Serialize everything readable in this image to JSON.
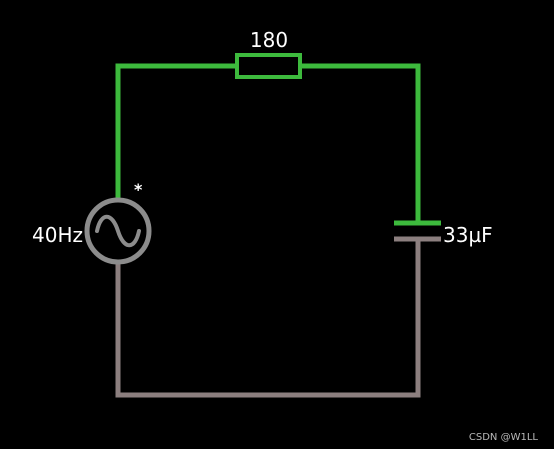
{
  "circuit": {
    "resistor_label": "180",
    "source_label": "40Hz",
    "source_marker": "*",
    "capacitor_label": "33µF"
  },
  "colors": {
    "background": "#000000",
    "active_wire": "#3dba3d",
    "idle_wire": "#8c7f7f",
    "source_ring": "#8c8c8c",
    "text": "#ffffff"
  },
  "icons": {
    "source": "ac-voltage-source-icon",
    "resistor": "resistor-icon",
    "capacitor": "capacitor-icon"
  },
  "watermark": "CSDN @W1LL"
}
